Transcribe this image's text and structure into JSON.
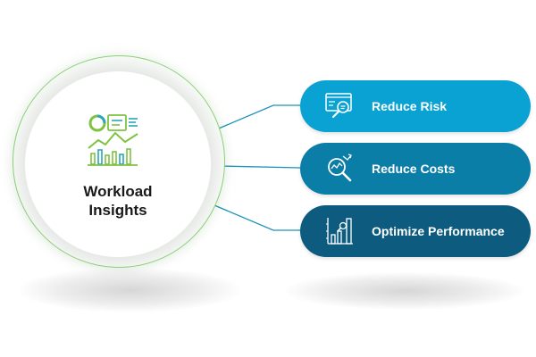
{
  "hub": {
    "title_line1": "Workload",
    "title_line2": "Insights",
    "icon": "dashboard-chart-icon"
  },
  "outcomes": [
    {
      "label": "Reduce Risk",
      "icon": "magnifier-dashboard-icon",
      "color": "#09a2d2"
    },
    {
      "label": "Reduce Costs",
      "icon": "magnifier-chart-icon",
      "color": "#0b7ea7"
    },
    {
      "label": "Optimize Performance",
      "icon": "bar-chart-magnifier-icon",
      "color": "#0d5c80"
    }
  ],
  "colors": {
    "ring": "#8fd47a",
    "connector": "#1b93b8",
    "icon_green": "#7fc241",
    "icon_teal": "#2aa7b8"
  }
}
